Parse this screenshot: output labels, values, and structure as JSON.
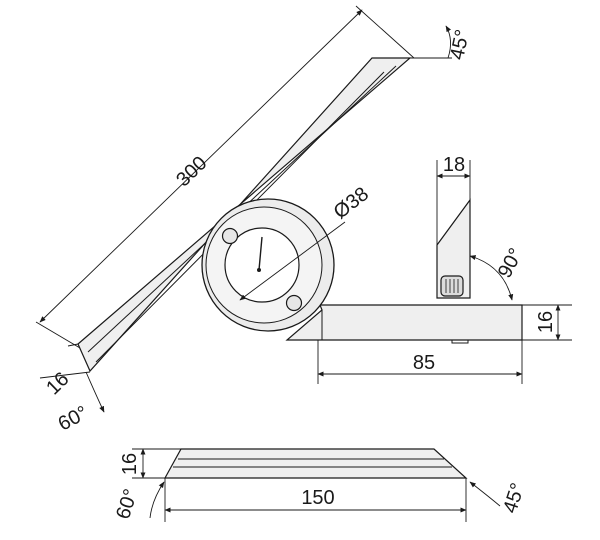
{
  "diagram": {
    "dimensions": {
      "blade_length": "300",
      "dial_diameter": "Ø38",
      "blade_width": "16",
      "blade_angle": "60°",
      "tip_angle": "45°",
      "stock_thickness": "18",
      "stock_angle": "90°",
      "base_height": "16",
      "base_length": "85",
      "bottom_width": "16",
      "bottom_length": "150",
      "bottom_left_angle": "60°",
      "bottom_right_angle": "45°"
    }
  }
}
